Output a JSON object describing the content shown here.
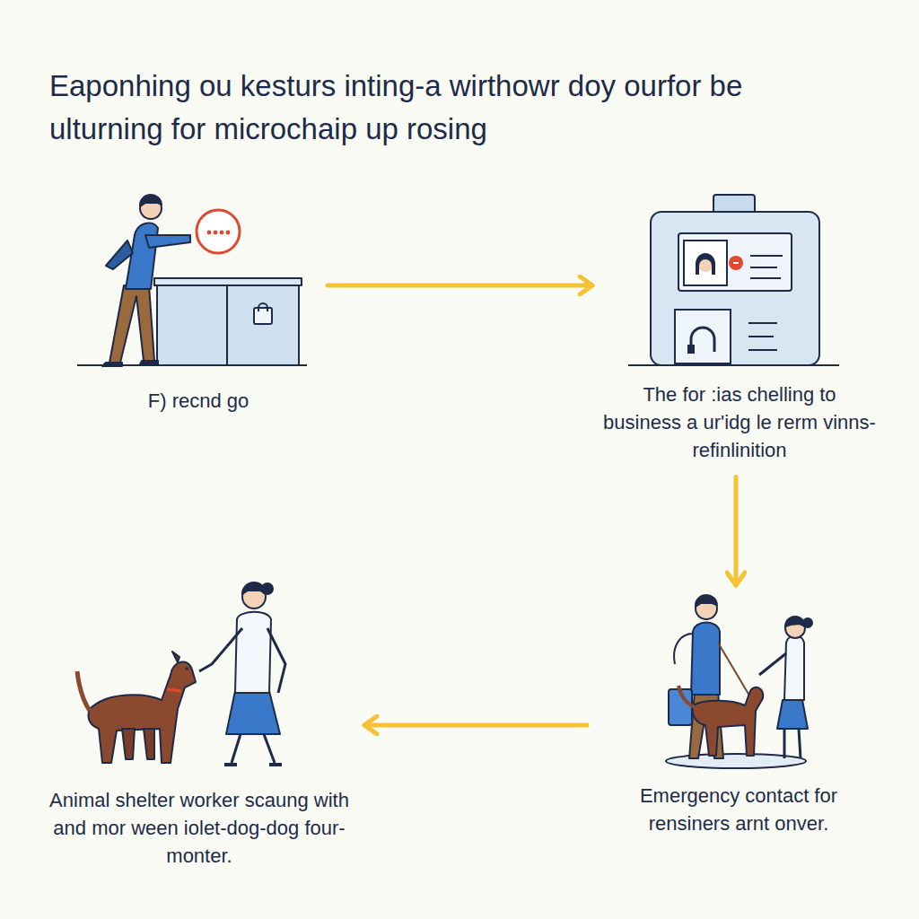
{
  "diagram": {
    "title": "Eaponhing ou kesturs inting-a wirthowr doy ourfor be ulturning for microchaip up rosing",
    "nodes": [
      {
        "text": [
          "F) recnd go"
        ]
      },
      {
        "text": [
          "The for :ias chelling to business a ur'idg le rerm vinns-refinlinition"
        ]
      },
      {
        "text": [
          "Emergency contact for rensiners arnt onver."
        ]
      },
      {
        "text": [
          "Animal shelter worker scaung with and mor ween iolet-dog-dog four-monter."
        ]
      }
    ],
    "edges": [
      {
        "from": 0,
        "to": 1,
        "arrow": "to"
      },
      {
        "from": 1,
        "to": 2,
        "arrow": "to"
      },
      {
        "from": 2,
        "to": 3,
        "arrow": "to"
      }
    ]
  }
}
